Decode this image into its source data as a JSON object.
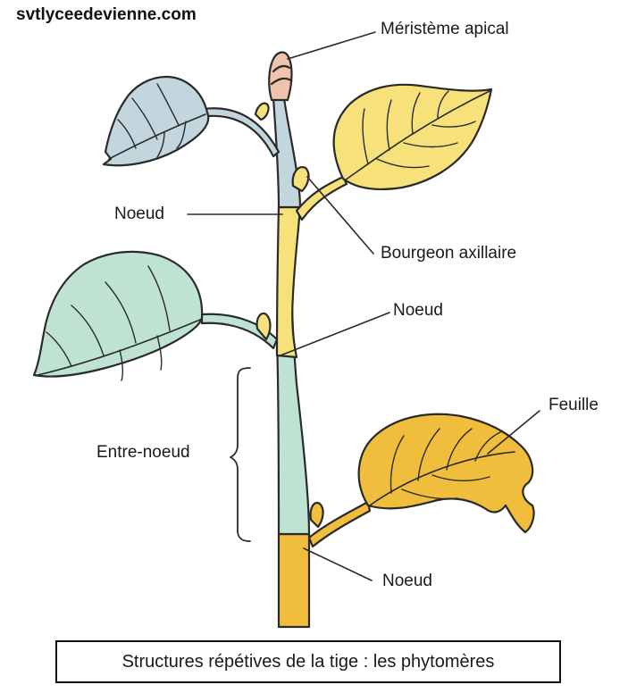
{
  "watermark": "svtlyceedevienne.com",
  "labels": {
    "apical_meristem": "Méristème apical",
    "node_top": "Noeud",
    "axillary_bud": "Bourgeon axillaire",
    "node_middle": "Noeud",
    "leaf": "Feuille",
    "internode": "Entre-noeud",
    "node_bottom": "Noeud"
  },
  "caption": "Structures répétives de la tige : les phytomères",
  "colors": {
    "blue_segment": "#c3d6de",
    "yellow_segment": "#f6e17a",
    "green_segment": "#bfe3d3",
    "orange_segment": "#f0bd3c",
    "meristem": "#efc3ad",
    "outline": "#2a2a2a"
  }
}
